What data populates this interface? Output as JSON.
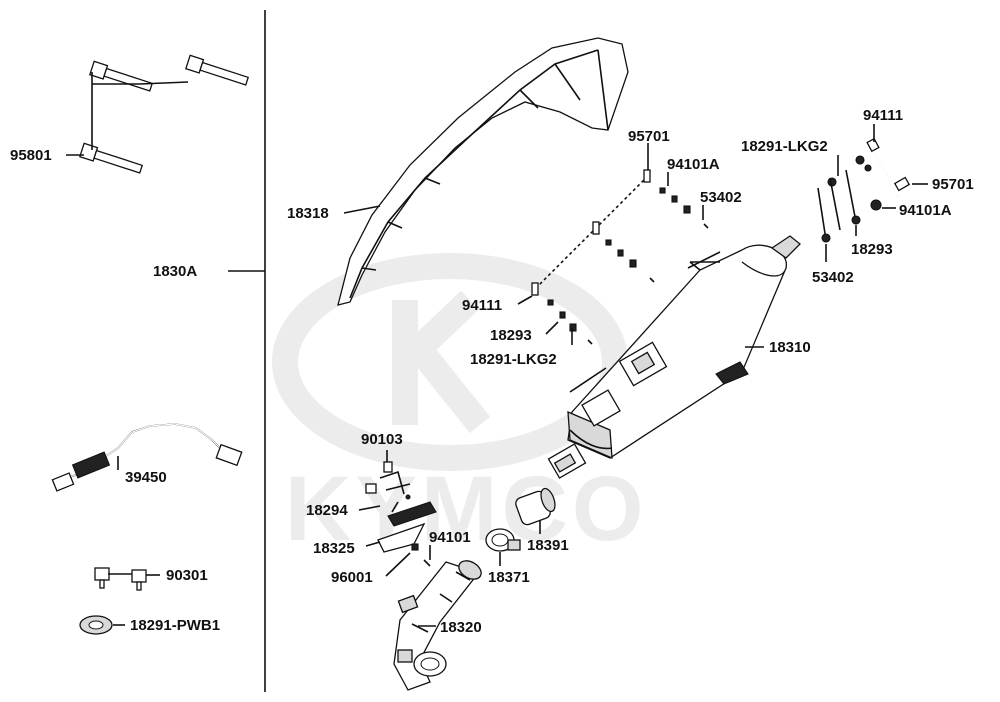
{
  "watermark": {
    "brand_text": "KYMCO"
  },
  "labels": {
    "p95801": "95801",
    "p1830A": "1830A",
    "p39450": "39450",
    "p90301": "90301",
    "p18291_PWB1": "18291-PWB1",
    "p18318": "18318",
    "p95701_a": "95701",
    "p94101A_a": "94101A",
    "p53402_a": "53402",
    "p94111_a": "94111",
    "p18293_a": "18293",
    "p18291_LKG2_a": "18291-LKG2",
    "p18291_LKG2_b": "18291-LKG2",
    "p94111_b": "94111",
    "p95701_b": "95701",
    "p94101A_b": "94101A",
    "p18293_b": "18293",
    "p53402_b": "53402",
    "p18310": "18310",
    "p90103": "90103",
    "p18294": "18294",
    "p18325": "18325",
    "p94101": "94101",
    "p96001": "96001",
    "p18391": "18391",
    "p18371": "18371",
    "p18320": "18320"
  },
  "colors": {
    "line": "#111111",
    "watermark": "#ececec",
    "background": "#ffffff"
  }
}
